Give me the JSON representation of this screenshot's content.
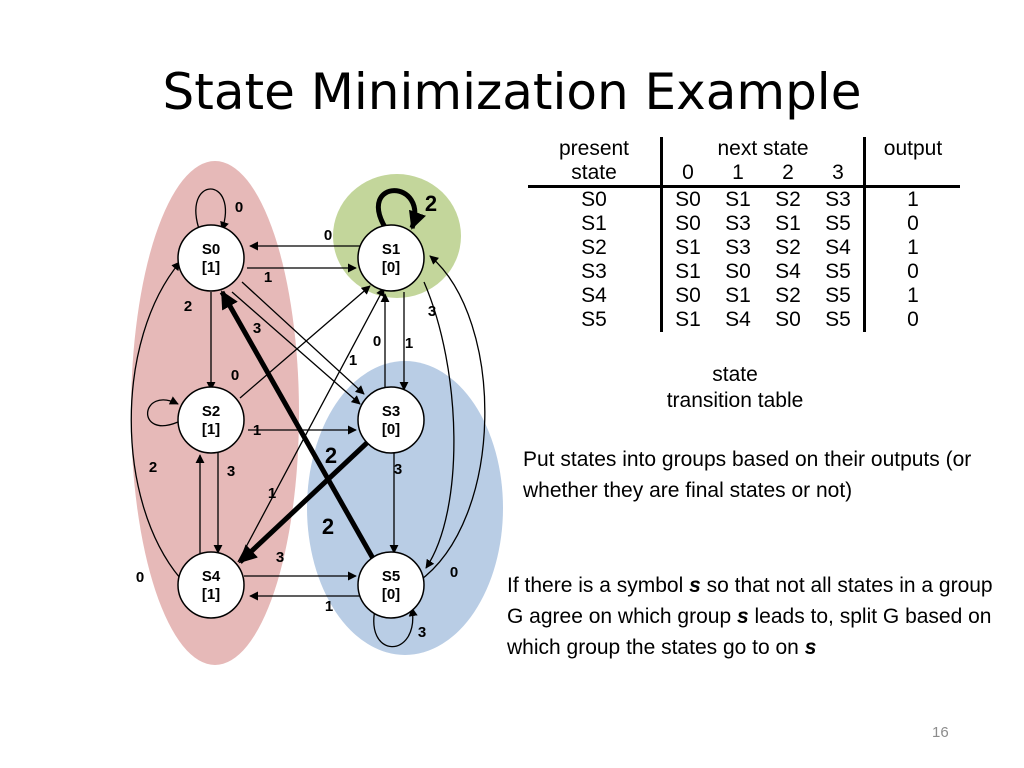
{
  "title": "State Minimization Example",
  "page_number": "16",
  "diagram": {
    "states": [
      {
        "id": "S0",
        "output": "[1]"
      },
      {
        "id": "S1",
        "output": "[0]"
      },
      {
        "id": "S2",
        "output": "[1]"
      },
      {
        "id": "S3",
        "output": "[0]"
      },
      {
        "id": "S4",
        "output": "[1]"
      },
      {
        "id": "S5",
        "output": "[0]"
      }
    ],
    "transition_labels": [
      "0",
      "0",
      "1",
      "2",
      "3",
      "2",
      "0",
      "3",
      "1",
      "0",
      "1",
      "1",
      "2",
      "3",
      "1",
      "3",
      "2",
      "2",
      "3",
      "0",
      "0",
      "1",
      "3"
    ],
    "group_colors": {
      "output_1": "#e6b9b8",
      "output_0": "#b9cde5",
      "s1_loop": "#c3d69b"
    }
  },
  "table": {
    "headers": {
      "present_top": "present",
      "present_bottom": "state",
      "next_top": "next state",
      "next_inputs": [
        "0",
        "1",
        "2",
        "3"
      ],
      "output": "output"
    },
    "rows": [
      {
        "present": "S0",
        "next": [
          "S0",
          "S1",
          "S2",
          "S3"
        ],
        "output": "1"
      },
      {
        "present": "S1",
        "next": [
          "S0",
          "S3",
          "S1",
          "S5"
        ],
        "output": "0"
      },
      {
        "present": "S2",
        "next": [
          "S1",
          "S3",
          "S2",
          "S4"
        ],
        "output": "1"
      },
      {
        "present": "S3",
        "next": [
          "S1",
          "S0",
          "S4",
          "S5"
        ],
        "output": "0"
      },
      {
        "present": "S4",
        "next": [
          "S0",
          "S1",
          "S2",
          "S5"
        ],
        "output": "1"
      },
      {
        "present": "S5",
        "next": [
          "S1",
          "S4",
          "S0",
          "S5"
        ],
        "output": "0"
      }
    ],
    "caption_line1": "state",
    "caption_line2": "transition table"
  },
  "paragraph1": "Put states into groups based on their outputs (or whether they are final states or not)",
  "paragraph2": {
    "part1": "If there is a symbol ",
    "sym1": "s",
    "part2": " so that not all states in a group G agree on which group ",
    "sym2": "s",
    "part3": " leads to, split G based on which group the states go to on ",
    "sym3": "s"
  }
}
